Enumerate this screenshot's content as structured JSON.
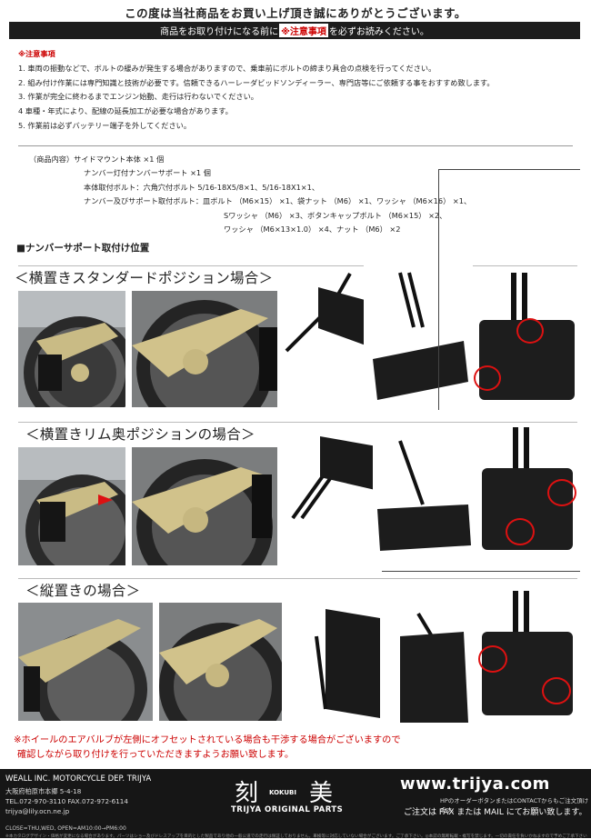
{
  "header": {
    "title": "この度は当社商品をお買い上げ頂き誠にありがとうございます。",
    "notice_pre": "商品をお取り付けになる前に",
    "notice_highlight": "※注意事項",
    "notice_post": "を必ずお読みください。"
  },
  "caution": {
    "heading": "※注意事項",
    "items": [
      "1. 車両の振動などで、ボルトの緩みが発生する場合がありますので、乗車前にボルトの締まり具合の点検を行ってください。",
      "2. 組み付け作業には専門知識と技術が必要です。信頼できるハーレーダビッドソンディーラー、専門店等にご依頼する事をおすすめ致します。",
      "3. 作業が完全に終わるまでエンジン始動、走行は行わないでください。",
      "4 車種・年式により、配線の延長加工が必要な場合があります。",
      "5. 作業前は必ずバッテリー端子を外してください。"
    ]
  },
  "contents": {
    "line1": "（商品内容）サイドマウント本体 ×1 個",
    "line2": "ナンバー灯付ナンバーサポート ×1 個",
    "line3": "本体取付ボルト：六角穴付ボルト 5/16-18X5/8×1、5/16-18X1×1、",
    "line4": "ナンバー及びサポート取付ボルト：皿ボルト （M6×15） ×1、袋ナット （M6） ×1、ワッシャ （M6×16） ×1、",
    "line5": "Sワッシャ （M6） ×3、ボタンキャップボルト （M6×15） ×2、",
    "line6": "ワッシャ （M6×13×1.0） ×4、ナット （M6） ×2"
  },
  "section_head": "■ナンバーサポート取付け位置",
  "sections": [
    {
      "title": "＜横置きスタンダードポジション場合＞"
    },
    {
      "title": "＜横置きリム奥ポジションの場合＞"
    },
    {
      "title": "＜縦置きの場合＞"
    }
  ],
  "footnote": {
    "line1": "※ホイールのエアバルブが左側にオフセットされている場合も干渉する場合がございますので",
    "line2": "確認しながら取り付けを行っていただきますようお願い致します。"
  },
  "footer": {
    "company": "WEALL INC. MOTORCYCLE DEP. TRIJYA",
    "address": "大阪府柏原市本郷 5-4-18",
    "tel": "TEL.072-970-3110  FAX.072-972-6114",
    "email": "trijya@lily.ocn.ne.jp",
    "hours": "CLOSE=THU,WED,  OPEN=AM10:00→PM6:00",
    "logo_kanji_1": "刻",
    "logo_kanji_2": "美",
    "logo_kokubi": "KOKUBI",
    "logo_sub": "TRIJYA ORIGINAL PARTS",
    "url": "www.trijya.com",
    "hp_note": "HPのオーダーボタンまたはCONTACTからもご注文頂けます。",
    "order_note": "ご注文は FAX または MAIL にてお願い致します。",
    "copyright": "※本カタログデザイン・価格が変更になる場合があります。パーツはショー及びドレスアップを目的とした製品であり他の一般公道での走行は保証しておりません。車検等に対応していない場合がございます。ご了承下さい。◎本誌の無断転載・複写を禁じます。一切の責任を負いかねますので予めご了承下さい。"
  },
  "colors": {
    "accent_red": "#cc0000",
    "bar_dark": "#1d1d1d",
    "footer_bg": "#161616"
  }
}
